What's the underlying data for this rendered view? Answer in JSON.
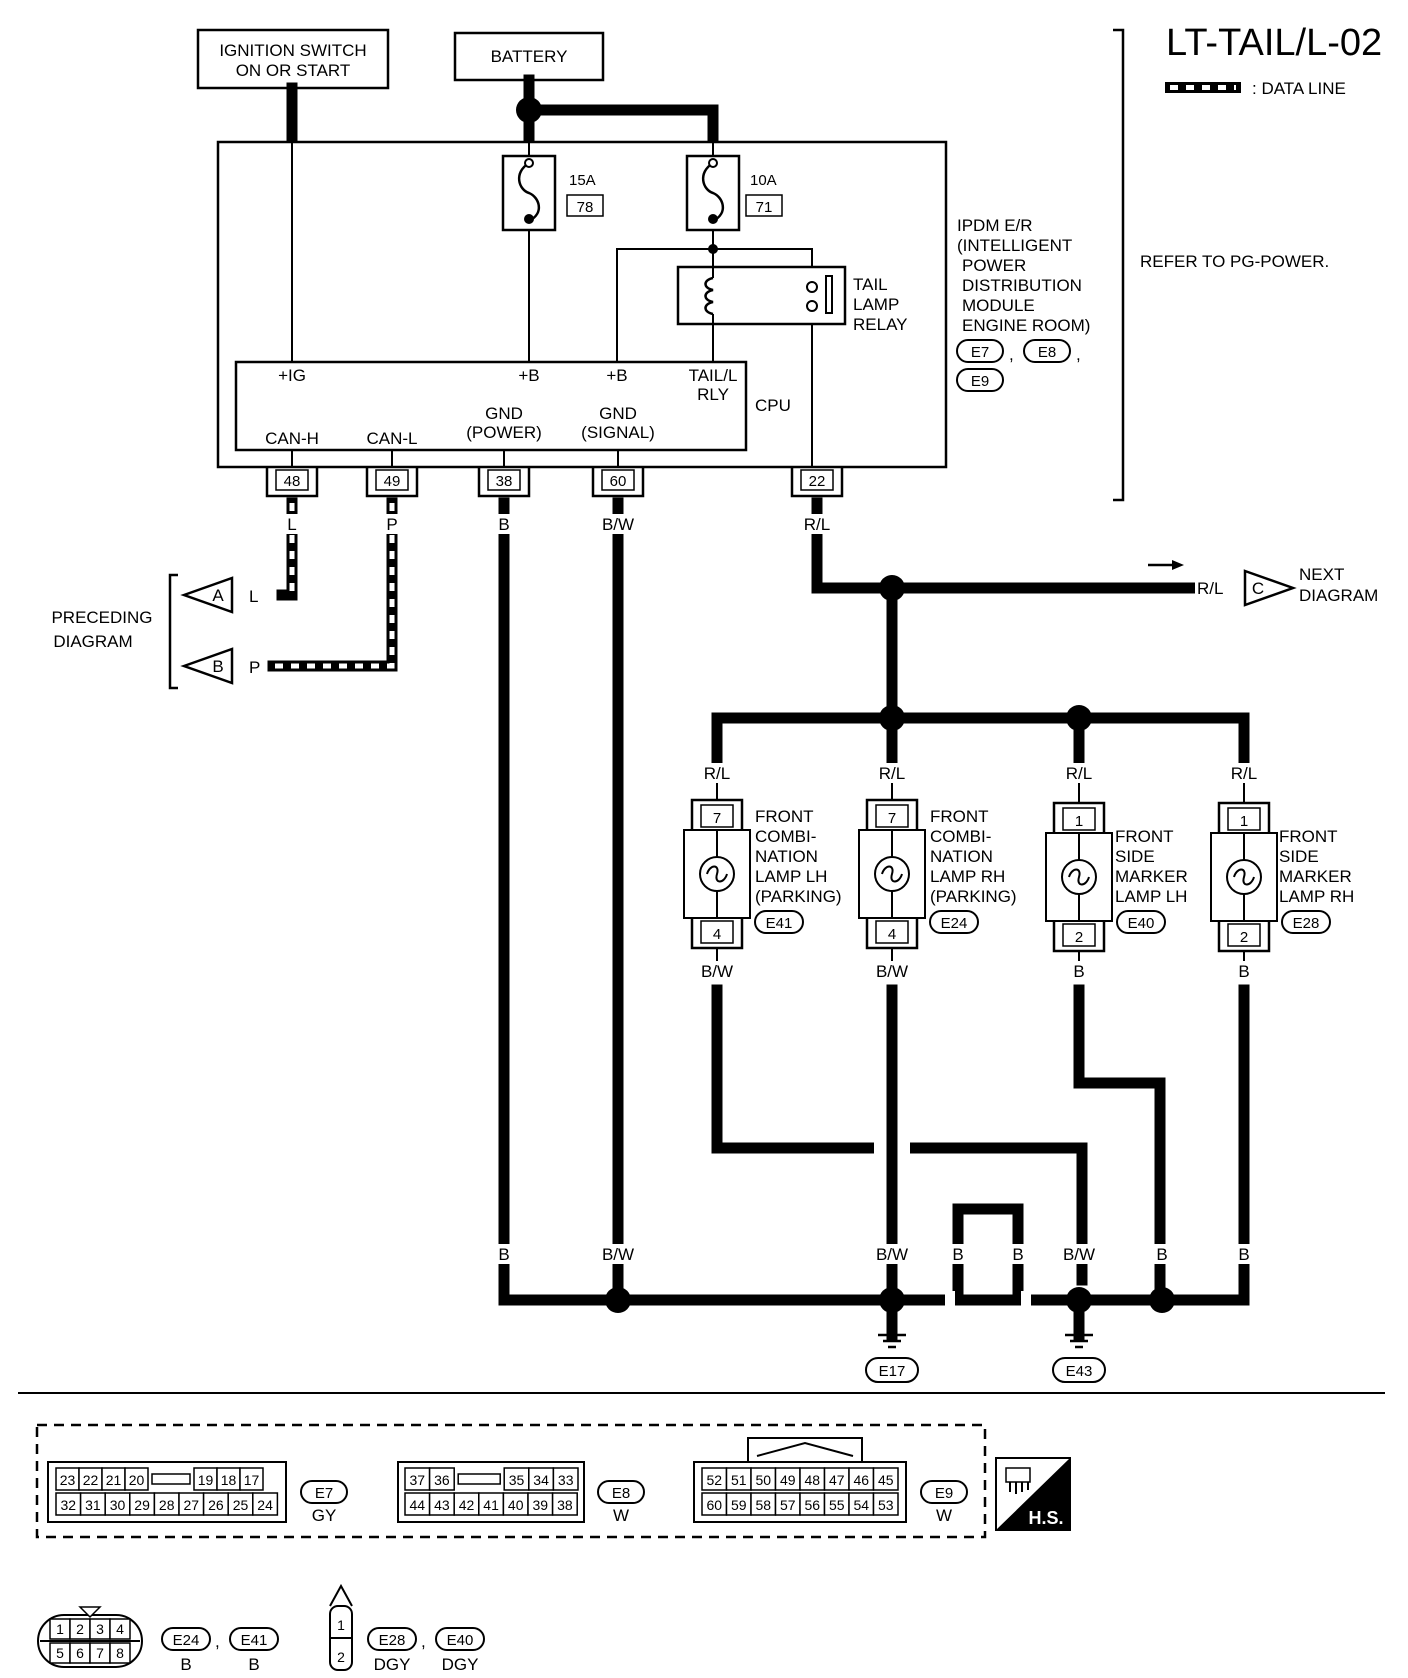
{
  "title": "LT-TAIL/L-02",
  "legend": {
    "data_line": ": DATA LINE"
  },
  "power_sources": {
    "ignition": [
      "IGNITION SWITCH",
      "ON OR START"
    ],
    "battery": "BATTERY",
    "refer": "REFER TO PG-POWER."
  },
  "fuses": [
    {
      "rating": "15A",
      "number": "78"
    },
    {
      "rating": "10A",
      "number": "71"
    }
  ],
  "relay": [
    "TAIL",
    "LAMP",
    "RELAY"
  ],
  "ipdm": {
    "label": [
      "IPDM E/R",
      "(INTELLIGENT",
      "POWER",
      "DISTRIBUTION",
      "MODULE",
      "ENGINE ROOM)"
    ],
    "connectors": [
      "E7",
      "E8",
      "E9"
    ],
    "separators": [
      ",",
      ","
    ]
  },
  "cpu": {
    "label": "CPU",
    "terminals": {
      "ig": "+IG",
      "b1": "+B",
      "b2": "+B",
      "tail_rly": [
        "TAIL/L",
        "RLY"
      ],
      "can_h": "CAN-H",
      "can_l": "CAN-L",
      "gnd_power": [
        "GND",
        "(POWER)"
      ],
      "gnd_signal": [
        "GND",
        "(SIGNAL)"
      ]
    }
  },
  "pins": [
    "48",
    "49",
    "38",
    "60",
    "22"
  ],
  "wire_colors": {
    "can_h": "L",
    "can_l": "P",
    "gnd_power": "B",
    "gnd_signal": "B/W",
    "tail": "R/L",
    "left_a": "L",
    "left_b": "P",
    "next": "R/L",
    "lamp_top": [
      "R/L",
      "R/L",
      "R/L",
      "R/L"
    ],
    "lamp_bottom": [
      "B/W",
      "B/W",
      "B",
      "B"
    ],
    "ground_row": [
      "B",
      "B/W",
      "B/W",
      "B",
      "B",
      "B/W",
      "B",
      "B"
    ]
  },
  "preceding": {
    "label": [
      "PRECEDING",
      "DIAGRAM"
    ],
    "arrows": [
      "A",
      "B"
    ]
  },
  "next": {
    "label": [
      "NEXT",
      "DIAGRAM"
    ],
    "arrow": "C"
  },
  "lamps": [
    {
      "pin_top": "7",
      "pin_bottom": "4",
      "name": [
        "FRONT",
        "COMBI-",
        "NATION",
        "LAMP LH",
        "(PARKING)"
      ],
      "connector": "E41"
    },
    {
      "pin_top": "7",
      "pin_bottom": "4",
      "name": [
        "FRONT",
        "COMBI-",
        "NATION",
        "LAMP RH",
        "(PARKING)"
      ],
      "connector": "E24"
    },
    {
      "pin_top": "1",
      "pin_bottom": "2",
      "name": [
        "FRONT",
        "SIDE",
        "MARKER",
        "LAMP LH"
      ],
      "connector": "E40"
    },
    {
      "pin_top": "1",
      "pin_bottom": "2",
      "name": [
        "FRONT",
        "SIDE",
        "MARKER",
        "LAMP RH"
      ],
      "connector": "E28"
    }
  ],
  "grounds": [
    "E17",
    "E43"
  ],
  "connector_views": {
    "e7": {
      "id": "E7",
      "color": "GY",
      "top": [
        "23",
        "22",
        "21",
        "20",
        "",
        "19",
        "18",
        "17"
      ],
      "bottom": [
        "32",
        "31",
        "30",
        "29",
        "28",
        "27",
        "26",
        "25",
        "24"
      ]
    },
    "e8": {
      "id": "E8",
      "color": "W",
      "top": [
        "37",
        "36",
        "",
        "35",
        "34",
        "33"
      ],
      "bottom": [
        "44",
        "43",
        "42",
        "41",
        "40",
        "39",
        "38"
      ]
    },
    "e9": {
      "id": "E9",
      "color": "W",
      "top": [
        "52",
        "51",
        "50",
        "49",
        "48",
        "47",
        "46",
        "45"
      ],
      "bottom": [
        "60",
        "59",
        "58",
        "57",
        "56",
        "55",
        "54",
        "53"
      ]
    },
    "hs": "H.S.",
    "e24_e41": {
      "top": [
        "1",
        "2",
        "3",
        "4"
      ],
      "bottom": [
        "5",
        "6",
        "7",
        "8"
      ],
      "ids": [
        "E24",
        "E41"
      ],
      "colors": [
        "B",
        "B"
      ],
      "sep": ","
    },
    "e28_e40": {
      "pins": [
        "1",
        "2"
      ],
      "ids": [
        "E28",
        "E40"
      ],
      "colors": [
        "DGY",
        "DGY"
      ],
      "sep": ","
    }
  }
}
